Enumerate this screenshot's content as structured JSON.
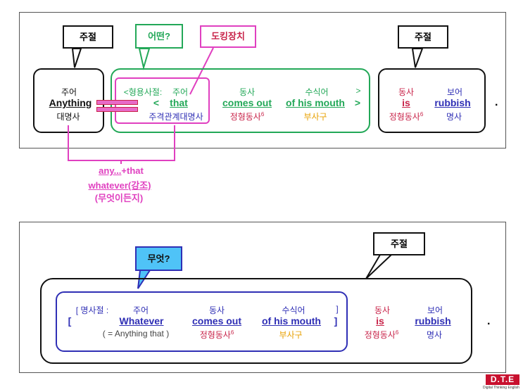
{
  "top": {
    "callouts": {
      "subject_left": "주절",
      "which": "어떤?",
      "device": "도킹장치",
      "subject_right": "주절"
    },
    "subject": {
      "role": "주어",
      "word": "Anything",
      "pos": "대명사"
    },
    "clause": {
      "header": "<형용사절:",
      "role_subject": "주어",
      "open_bracket": "<",
      "that_word": "that",
      "that_pos": "주격관계대명사",
      "verb_role": "동사",
      "verb_word": "comes out",
      "verb_pos": "정형동사",
      "verb_sup": "6",
      "mod_role": "수식어",
      "mod_word": "of his mouth",
      "mod_pos": "부사구",
      "close_role": ">",
      "close_bracket": ">"
    },
    "main": {
      "verb_role": "동사",
      "verb_word": "is",
      "verb_pos": "정형동사",
      "verb_sup": "6",
      "comp_role": "보어",
      "comp_word": "rubbish",
      "comp_pos": "명사",
      "period": "."
    },
    "note": {
      "line1_a": "any...",
      "line1_b": "+that",
      "line2": "whatever(강조)",
      "line3": "(무엇이든지)"
    }
  },
  "bottom": {
    "callouts": {
      "what": "무엇?",
      "subject": "주절"
    },
    "clause": {
      "header": "[ 명사절 :",
      "open_bracket": "[",
      "subj_role": "주어",
      "subj_word": "Whatever",
      "subj_note": "( = Anything that )",
      "verb_role": "동사",
      "verb_word": "comes out",
      "verb_pos": "정형동사",
      "verb_sup": "6",
      "mod_role": "수식어",
      "mod_word": "of his mouth",
      "mod_pos": "부사구",
      "close_role": "]",
      "close_bracket": "]"
    },
    "main": {
      "verb_role": "동사",
      "verb_word": "is",
      "verb_pos": "정형동사",
      "verb_sup": "6",
      "comp_role": "보어",
      "comp_word": "rubbish",
      "comp_pos": "명사",
      "period": "."
    }
  },
  "logo": {
    "text": "D.T.E",
    "subtitle": "Digital Thinking English"
  },
  "colors": {
    "green": "#23a858",
    "blue": "#2f2fb5",
    "red": "#c8244a",
    "pink": "#e040c0",
    "orange": "#e8a000"
  }
}
